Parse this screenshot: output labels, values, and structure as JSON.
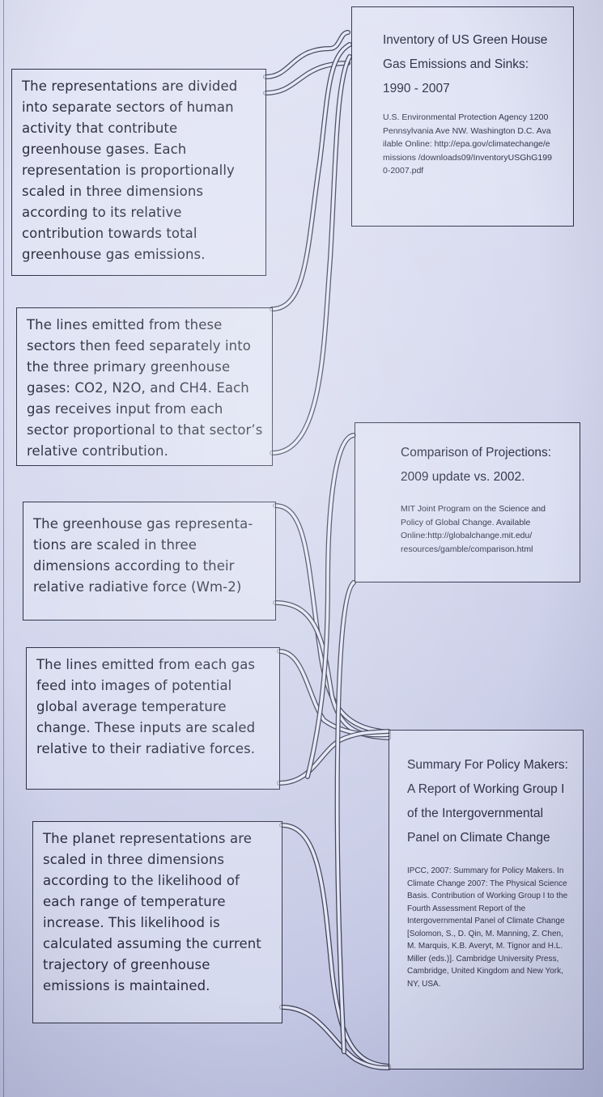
{
  "descriptions": [
    "The representations are divided into separate sectors of human activity that contribute greenhouse gases. Each representation is proportionally scaled in three dimensions according to its relative contribution towards total greenhouse gas emissions.",
    "The lines emitted from these sectors then feed separately into the three primary greenhouse gases: CO2, N2O, and CH4. Each gas receives input from each sector proportional to that sector’s relative contribution.",
    "The greenhouse gas representa-tions are scaled in three dimensions according to their relative radiative force (Wm-2)",
    "The lines emitted from each gas feed into images of potential global average temperature change. These inputs are scaled relative to their radiative forces.",
    "The planet representations are scaled in three dimensions according to the likelihood of each range of temperature increase. This likelihood is calculated assuming the current trajectory of greenhouse emissions is maintained."
  ],
  "sources": [
    {
      "title": "Inventory of US Green House Gas Emissions and Sinks: 1990 - 2007",
      "citation": "U.S. Environmental Protection Agency 1200 Pennsylvania Ave NW. Washington D.C. Available Online: http://epa.gov/climatechange/emissions /downloads09/InventoryUSGhG1990-2007.pdf"
    },
    {
      "title": "Comparison of Projections: 2009 update vs. 2002.",
      "citation": "MIT Joint Program on the Science and Policy of Global Change. Available Online:http://globalchange.mit.edu/ resources/gamble/comparison.html"
    },
    {
      "title": "Summary For Policy Makers: A Report of Working Group I of the Intergovernmental Panel on Climate Change",
      "citation": "IPCC, 2007: Summary for Policy Makers. In Climate Change 2007: The Physical Science Basis. Contribution of Working Group I to the Fourth Assessment Report of the Intergovernmental Panel of Climate Change [Solomon, S., D. Qin, M. Manning, Z. Chen, M. Marquis, K.B. Averyt, M. Tignor and H.L. Miller (eds.)]. Cambridge University Press, Cambridge, United Kingdom and New York, NY, USA."
    }
  ]
}
